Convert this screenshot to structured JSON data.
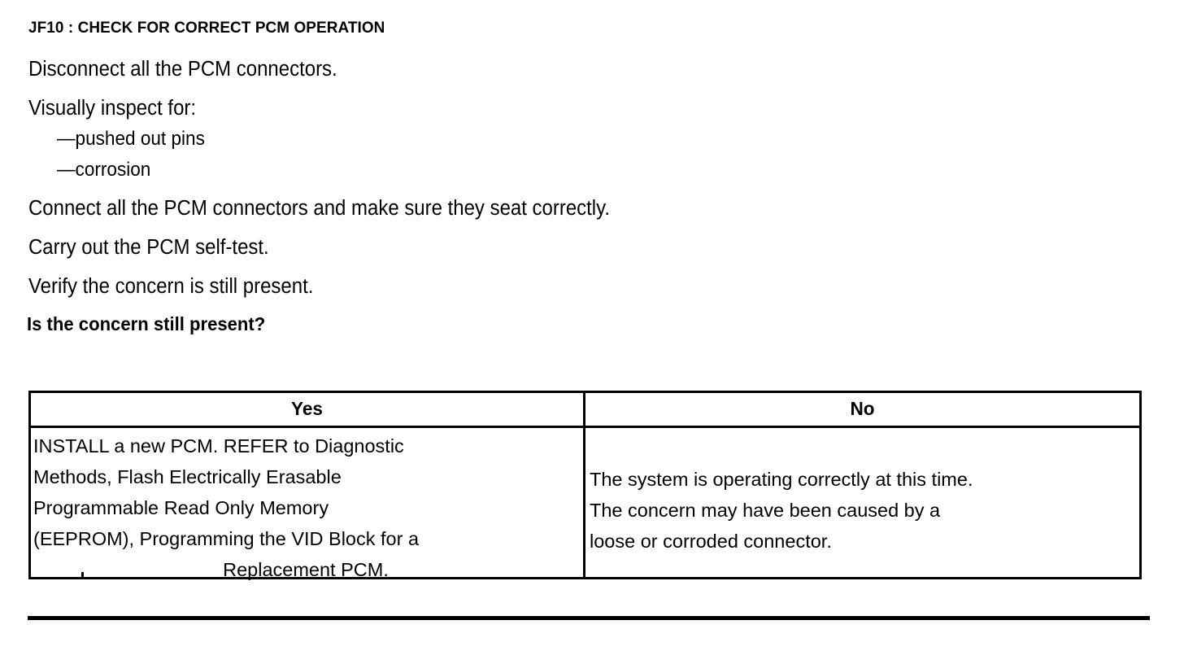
{
  "document": {
    "step_id": "JF10",
    "title": "JF10 : CHECK FOR CORRECT PCM OPERATION",
    "instructions": [
      "Disconnect all the PCM connectors.",
      "Visually inspect for:",
      "Connect all the PCM connectors and make sure they seat correctly.",
      "Carry out the PCM self-test.",
      "Verify the concern is still present."
    ],
    "inspect_items": [
      "—pushed out pins",
      "—corrosion"
    ],
    "question": "Is the concern still present?"
  },
  "result_table": {
    "headers": {
      "yes": "Yes",
      "no": "No"
    },
    "cells": {
      "yes_main": "INSTALL a new PCM. REFER to Diagnostic\nMethods, Flash Electrically Erasable\nProgrammable Read Only Memory\n(EEPROM), Programming the VID Block for a",
      "yes_last_line": "Replacement PCM.",
      "no": "The system is operating correctly at this time.\nThe concern may have been caused by a\nloose or corroded connector."
    }
  },
  "colors": {
    "background": "#ffffff",
    "text": "#000000",
    "border": "#000000"
  }
}
